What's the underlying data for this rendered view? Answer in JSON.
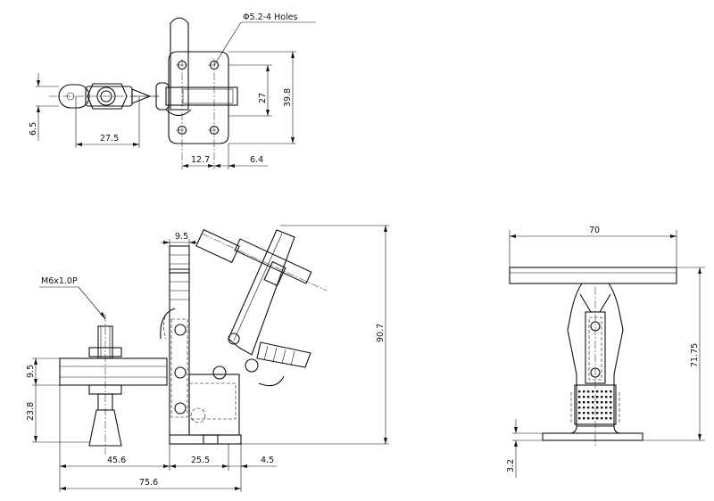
{
  "top_view": {
    "holes_note": "Φ5.2-4 Holes",
    "dim_holes_vertical": "27",
    "dim_overall_vertical": "39.8",
    "dim_left_offset": "6.5",
    "dim_spindle_length": "27.5",
    "dim_hole_spacing": "12.7",
    "dim_edge_offset": "6.4"
  },
  "side_view": {
    "thread_note": "M6x1.0P",
    "dim_base_width": "9.5",
    "dim_arm_height": "9.5",
    "dim_spindle_height": "23.8",
    "dim_overall_height": "90.7",
    "dim_reach": "45.6",
    "dim_base_length": "25.5",
    "dim_base_offset": "4.5",
    "dim_overall_length": "75.6"
  },
  "end_view": {
    "dim_width": "70",
    "dim_height": "71.75",
    "dim_base_thickness": "3.2"
  }
}
